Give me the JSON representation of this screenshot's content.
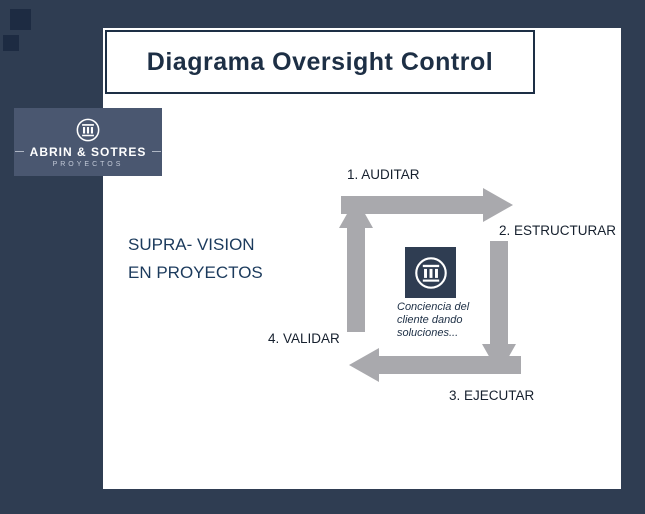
{
  "title": "Diagrama Oversight Control",
  "logo": {
    "name": "ABRIN & SOTRES",
    "subtitle": "PROYECTOS",
    "icon": "columns-in-circle"
  },
  "supra": {
    "line1": "SUPRA- VISION",
    "line2": "EN PROYECTOS"
  },
  "cycle": {
    "steps": [
      {
        "label": "1. AUDITAR"
      },
      {
        "label": "2. ESTRUCTURAR"
      },
      {
        "label": "3. EJECUTAR"
      },
      {
        "label": "4. VALIDAR"
      }
    ],
    "center_icon": "columns-in-circle",
    "center_caption": "Conciencia del cliente dando soluciones..."
  },
  "colors": {
    "background_navy": "#2f3d52",
    "panel_white": "#ffffff",
    "title_navy": "#1d2f45",
    "square_navy": "#1d2b42",
    "logo_box_bg": "#4a5770",
    "arrow_gray": "#a9a9ad",
    "label_color": "#16202e",
    "supra_navy": "#1b3a5c"
  }
}
